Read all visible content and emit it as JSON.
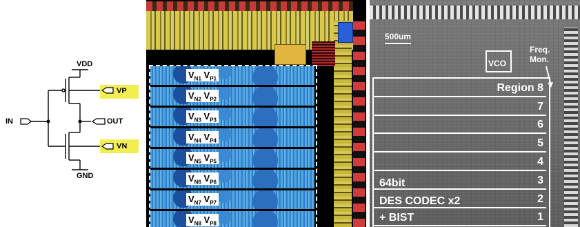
{
  "schematic": {
    "supply_label": "VDD",
    "ground_label": "GND",
    "input_label": "IN",
    "output_label": "OUT",
    "pmos_bias_label": "VP",
    "nmos_bias_label": "VN",
    "bias_box_color": "#f2ee52"
  },
  "layout": {
    "banks": [
      {
        "n": "N1",
        "p": "P1"
      },
      {
        "n": "N2",
        "p": "P2"
      },
      {
        "n": "N3",
        "p": "P3"
      },
      {
        "n": "N4",
        "p": "P4"
      },
      {
        "n": "N5",
        "p": "P5"
      },
      {
        "n": "N6",
        "p": "P6"
      },
      {
        "n": "N7",
        "p": "P7"
      },
      {
        "n": "N8",
        "p": "P8"
      }
    ],
    "bank_prefix": "V"
  },
  "die": {
    "scale_label": "500um",
    "vco_label": "VCO",
    "freq_mon_line1": "Freq.",
    "freq_mon_line2": "Mon.",
    "regions": [
      "Region 8",
      "7",
      "6",
      "5",
      "4",
      "3",
      "2",
      "1"
    ],
    "left_caption_1": "64bit",
    "left_caption_2": "DES CODEC x2",
    "left_caption_3": "+ BIST"
  }
}
